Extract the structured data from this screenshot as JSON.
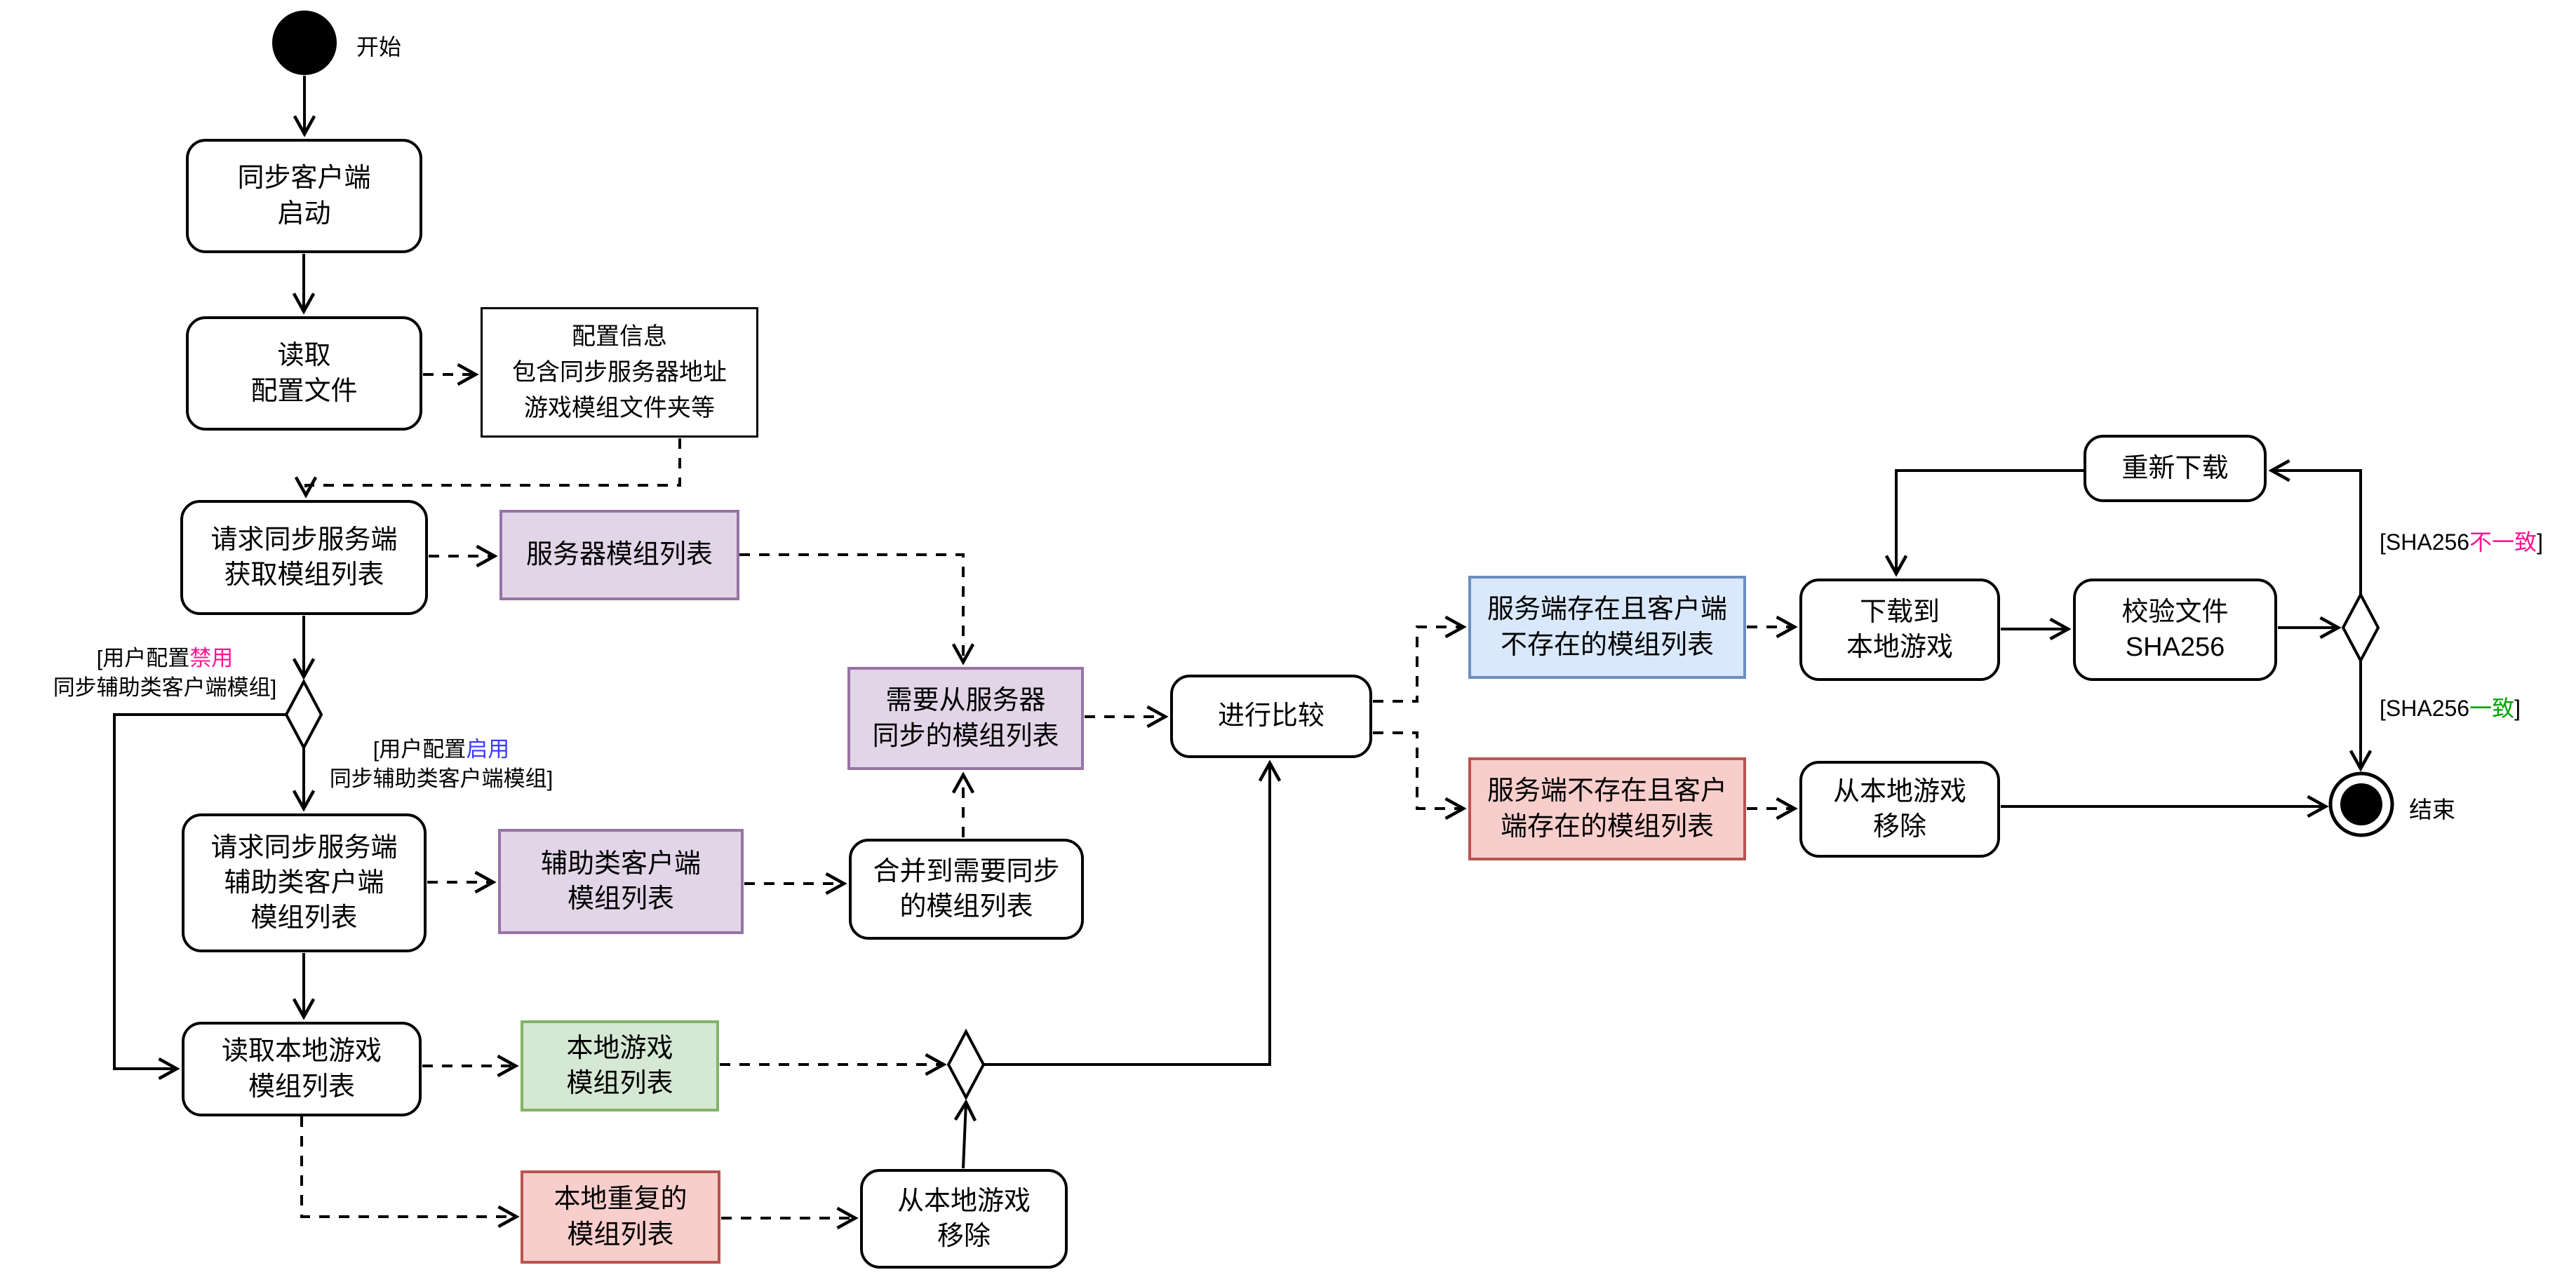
{
  "diagram_type": "activity-flowchart",
  "start_label": "开始",
  "end_label": "结束",
  "nodes": {
    "sync_client_start": "同步客户端\n启动",
    "read_config": "读取\n配置文件",
    "config_note": "配置信息\n包含同步服务器地址\n游戏模组文件夹等",
    "request_server_mods": "请求同步服务端\n获取模组列表",
    "server_mod_list": "服务器模组列表",
    "request_helper_mods": "请求同步服务端\n辅助类客户端\n模组列表",
    "helper_mod_list": "辅助类客户端\n模组列表",
    "merge_sync_list": "合并到需要同步\n的模组列表",
    "need_sync_list": "需要从服务器\n同步的模组列表",
    "compare": "进行比较",
    "server_only_list": "服务端存在且客户端\n不存在的模组列表",
    "client_only_list": "服务端不存在且客户\n端存在的模组列表",
    "download_to_local": "下载到\n本地游戏",
    "verify_sha256": "校验文件\nSHA256",
    "redownload": "重新下载",
    "remove_from_local_right": "从本地游戏\n移除",
    "read_local_mods": "读取本地游戏\n模组列表",
    "local_mod_list": "本地游戏\n模组列表",
    "local_duplicate_list": "本地重复的\n模组列表",
    "remove_from_local_bottom": "从本地游戏\n移除"
  },
  "guards": {
    "disable_helper_sync": {
      "prefix": "[用户配置",
      "keyword": "禁用",
      "line2": "同步辅助类客户端模组]"
    },
    "enable_helper_sync": {
      "prefix": "[用户配置",
      "keyword": "启用",
      "line2": "同步辅助类客户端模组]"
    },
    "sha_mismatch": {
      "prefix": "[SHA256",
      "keyword": "不一致",
      "suffix": "]"
    },
    "sha_match": {
      "prefix": "[SHA256",
      "keyword": "一致",
      "suffix": "]"
    }
  },
  "colors": {
    "keyword_disable": "#FF1493",
    "keyword_enable": "#3A3AFF",
    "keyword_mismatch": "#FF1493",
    "keyword_match": "#00A303",
    "purple_fill": "#E1D5E7",
    "purple_border": "#9673A6",
    "blue_fill": "#DAE8FC",
    "blue_border": "#6C8EBF",
    "red_fill": "#F8CECC",
    "red_border": "#B85450",
    "green_fill": "#D5E8D4",
    "green_border": "#82B366",
    "line": "#000000"
  }
}
